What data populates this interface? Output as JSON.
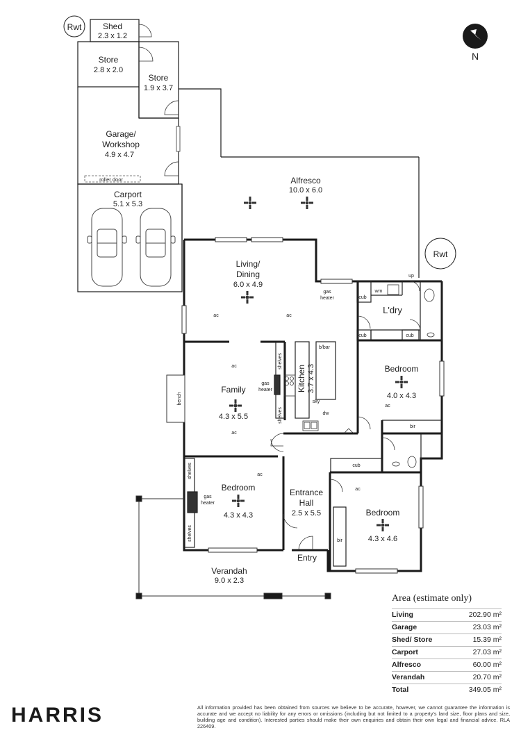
{
  "rooms": {
    "shed": {
      "name": "Shed",
      "dims": "2.3 x 1.2"
    },
    "store1": {
      "name": "Store",
      "dims": "2.8 x 2.0"
    },
    "store2": {
      "name": "Store",
      "dims": "1.9 x 3.7"
    },
    "garage": {
      "name1": "Garage/",
      "name2": "Workshop",
      "dims": "4.9 x 4.7"
    },
    "carport": {
      "name": "Carport",
      "dims": "5.1 x 5.3"
    },
    "alfresco": {
      "name": "Alfresco",
      "dims": "10.0 x 6.0"
    },
    "living": {
      "name1": "Living/",
      "name2": "Dining",
      "dims": "6.0 x 4.9"
    },
    "family": {
      "name": "Family",
      "dims": "4.3 x 5.5"
    },
    "kitchen": {
      "name": "Kitchen",
      "dims": "3.7 x 4.3"
    },
    "laundry": {
      "name": "L'dry"
    },
    "bedroom1": {
      "name": "Bedroom",
      "dims": "4.0 x 4.3"
    },
    "bedroom2": {
      "name": "Bedroom",
      "dims": "4.3 x 4.3"
    },
    "bedroom3": {
      "name": "Bedroom",
      "dims": "4.3 x 4.6"
    },
    "entrance": {
      "name1": "Entrance",
      "name2": "Hall",
      "dims": "2.5 x 5.5"
    },
    "verandah": {
      "name": "Verandah",
      "dims": "9.0 x 2.3"
    },
    "entry": {
      "name": "Entry"
    }
  },
  "fixtures": {
    "rwt": "Rwt",
    "roller_door": "roller door",
    "gas": "gas",
    "heater": "heater",
    "ac": "ac",
    "cub": "cub",
    "wm": "wm",
    "up": "up",
    "bbar": "b/bar",
    "sky": "sky",
    "dw": "dw",
    "bir": "bir",
    "shelves": "shelves",
    "bench": "bench"
  },
  "compass": {
    "label": "N"
  },
  "area_table": {
    "title": "Area (estimate only)",
    "rows": [
      {
        "label": "Living",
        "value": "202.90 m²"
      },
      {
        "label": "Garage",
        "value": "23.03 m²"
      },
      {
        "label": "Shed/ Store",
        "value": "15.39 m²"
      },
      {
        "label": "Carport",
        "value": "27.03 m²"
      },
      {
        "label": "Alfresco",
        "value": "60.00 m²"
      },
      {
        "label": "Verandah",
        "value": "20.70 m²"
      },
      {
        "label": "Total",
        "value": "349.05 m²"
      }
    ]
  },
  "brand": "HARRIS",
  "disclaimer": "All information provided has been obtained from sources we believe to be accurate, however, we cannot guarantee the information is accurate and we accept no liability for any errors or omissions (including but not limited to a property's land size, floor plans and size, building age and condition). Interested parties should make their own enquiries and obtain their own legal and financial advice. RLA 226409."
}
